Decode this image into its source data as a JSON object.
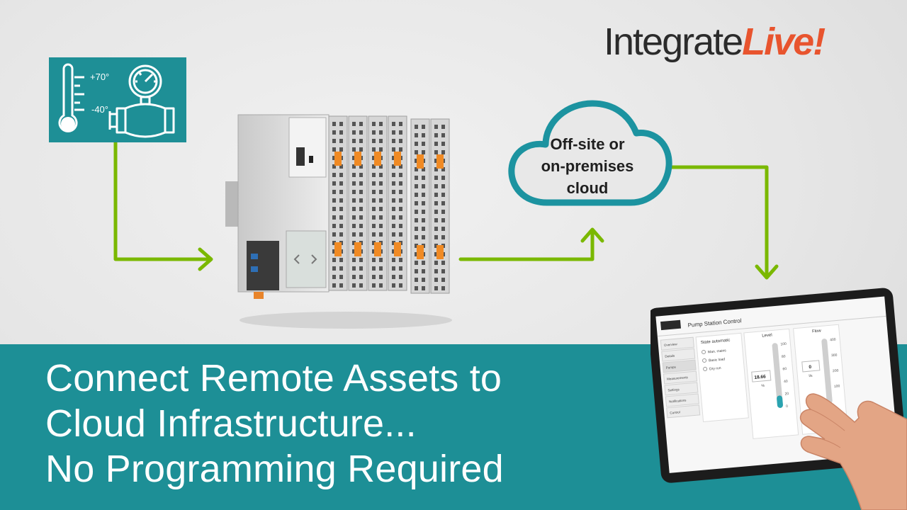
{
  "logo": {
    "part1": "Integrate",
    "part2": "Live!"
  },
  "sensor": {
    "high_temp": "+70°",
    "low_temp": "-40°"
  },
  "cloud": {
    "line1": "Off-site or",
    "line2": "on-premises",
    "line3": "cloud"
  },
  "headline": {
    "line1": "Connect Remote Assets to",
    "line2": "Cloud Infrastructure...",
    "line3": "No Programming Required"
  },
  "tablet": {
    "title": "Pump Station Control",
    "state_header": "State automatic",
    "options": [
      "Man. mains",
      "Basic load",
      "Dry run"
    ],
    "menu": [
      "Overview",
      "Details",
      "Pumps",
      "Measurements",
      "Settings",
      "Notifications",
      "Control"
    ],
    "level_label": "Level",
    "level_value": "18.66",
    "level_unit": "%",
    "level_scale": [
      "100",
      "80",
      "60",
      "40",
      "20",
      "0"
    ],
    "flow_label": "Flow",
    "flow_value": "0",
    "flow_unit": "l/s",
    "flow_scale": [
      "400",
      "300",
      "200",
      "100"
    ],
    "level_pct": 0.19,
    "flow_pct": 0.0
  },
  "colors": {
    "teal": "#1d8f96",
    "arrow_green": "#7ab800",
    "cloud_outline": "#1c93a0",
    "logo_orange": "#e8542e"
  }
}
